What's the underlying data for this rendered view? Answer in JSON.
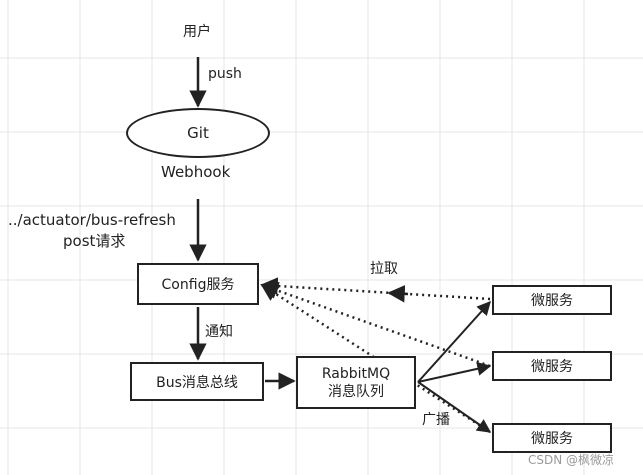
{
  "user": "用户",
  "push": "push",
  "git": "Git",
  "webhook": "Webhook",
  "refresh_url": "../actuator/bus-refresh",
  "refresh_method": "post请求",
  "config_service": "Config服务",
  "notify": "通知",
  "bus": "Bus消息总线",
  "mq_name": "RabbitMQ",
  "mq_desc": "消息队列",
  "pull": "拉取",
  "broadcast": "广播",
  "microservices": [
    "微服务",
    "微服务",
    "微服务"
  ],
  "watermark": "CSDN @枫微凉",
  "colors": {
    "line": "#222222",
    "grid": "#e6e6e6",
    "background": "#ffffff"
  }
}
